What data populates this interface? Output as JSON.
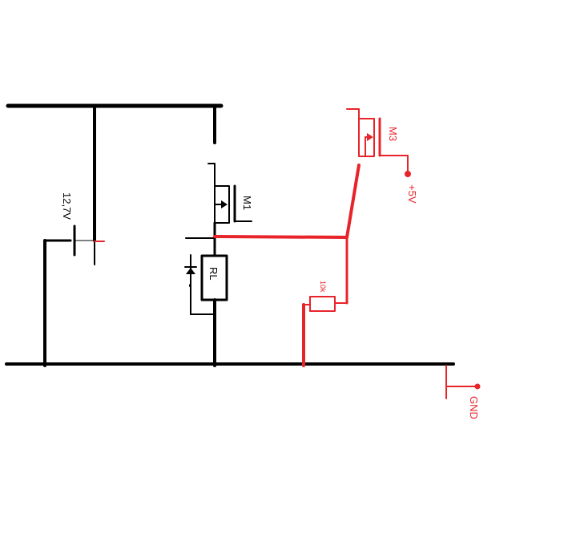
{
  "labels": {
    "battery": "12,7V",
    "mosfet1": "M1",
    "load": "RL",
    "mosfet3": "M3",
    "supply": "+5V",
    "resistor": "10k",
    "ground": "GND",
    "diode_mark": "-"
  },
  "colors": {
    "black_wire": "#000000",
    "red_wire": "#e8242b",
    "background": "#ffffff"
  }
}
